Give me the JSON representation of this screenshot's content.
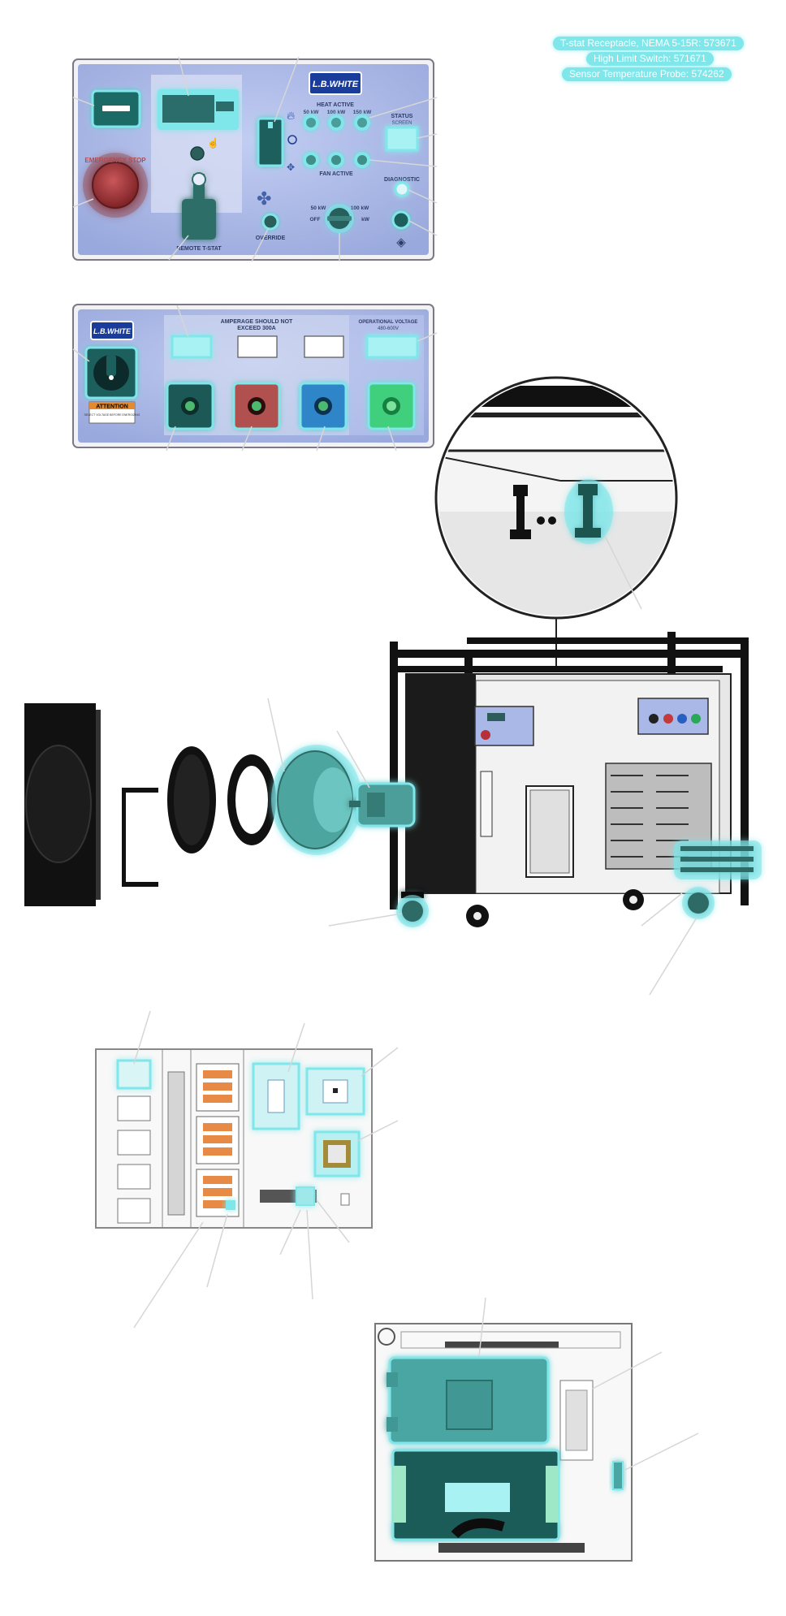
{
  "legend": {
    "items": [
      "T-stat Receptacle, NEMA 5-15R: 573671",
      "High Limit Switch: 571671",
      "Sensor Temperature Probe: 574262"
    ]
  },
  "control_panel": {
    "brand": "L.B.WHITE",
    "heat_active": "HEAT ACTIVE",
    "levels": [
      "50 kW",
      "100 kW",
      "150 kW"
    ],
    "fan_active": "FAN ACTIVE",
    "status_label": "STATUS",
    "status_sub": "SCREEN",
    "diagnostic": "DIAGNOSTIC",
    "remote_tstat": "REMOTE T-STAT",
    "override": "OVERRIDE",
    "knob_left": "50 kW",
    "knob_right": "100 kW",
    "knob_off": "OFF",
    "knob_max": "kW",
    "estop_text": "EMERGENCY STOP"
  },
  "power_panel": {
    "brand": "L.B.WHITE",
    "amperage_line1": "AMPERAGE SHOULD NOT",
    "amperage_line2": "EXCEED 300A",
    "voltage_line1": "OPERATIONAL VOLTAGE",
    "voltage_line2": "480-600V",
    "attention": "ATTENTION",
    "attention_sub": "SELECT VOLTAGE BEFORE ENERGIZING"
  },
  "colors": {
    "highlight": "#7fe6ea",
    "panel_blue": "#a9b8e6",
    "dark_teal": "#1f5f5c",
    "leader": "#d6d6d6"
  }
}
